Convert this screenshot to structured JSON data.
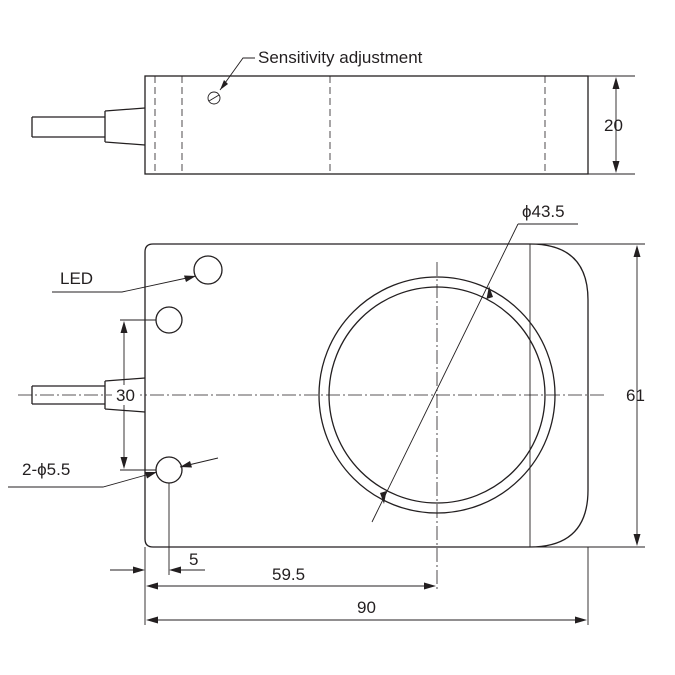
{
  "labels": {
    "sensitivity": "Sensitivity adjustment",
    "led": "LED",
    "holes": "2-ϕ5.5",
    "circle_diameter": "ϕ43.5"
  },
  "dimensions": {
    "height": "20",
    "width_total": "90",
    "depth": "61",
    "hole_spacing": "30",
    "hole_offset": "5",
    "center_offset": "59.5"
  }
}
